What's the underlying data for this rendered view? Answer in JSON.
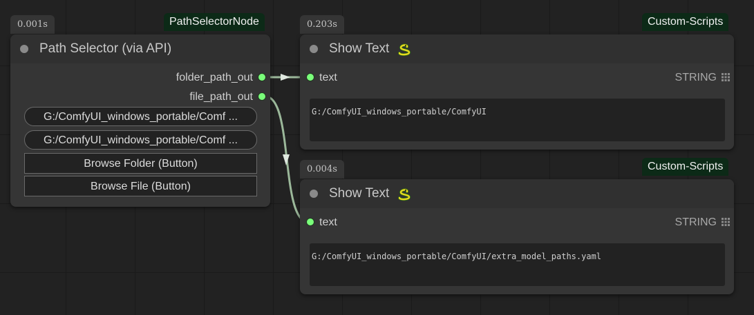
{
  "colors": {
    "link": "#9bb89a",
    "slot_connected": "#7aff7a",
    "pack_badge_bg": "#0c2a17"
  },
  "path_selector": {
    "time": "0.001s",
    "pack": "PathSelectorNode",
    "title": "Path Selector (via API)",
    "outputs": [
      "folder_path_out",
      "file_path_out"
    ],
    "folder_value": "G:/ComfyUI_windows_portable/Comf ...",
    "file_value": "G:/ComfyUI_windows_portable/Comf ...",
    "browse_folder_label": "Browse Folder (Button)",
    "browse_file_label": "Browse File (Button)"
  },
  "show_text_1": {
    "time": "0.203s",
    "pack": "Custom-Scripts",
    "title": "Show Text",
    "icon": "snake-icon",
    "input": "text",
    "type": "STRING",
    "value": "G:/ComfyUI_windows_portable/ComfyUI"
  },
  "show_text_2": {
    "time": "0.004s",
    "pack": "Custom-Scripts",
    "title": "Show Text",
    "icon": "snake-icon",
    "input": "text",
    "type": "STRING",
    "value": "G:/ComfyUI_windows_portable/ComfyUI/extra_model_paths.yaml"
  }
}
